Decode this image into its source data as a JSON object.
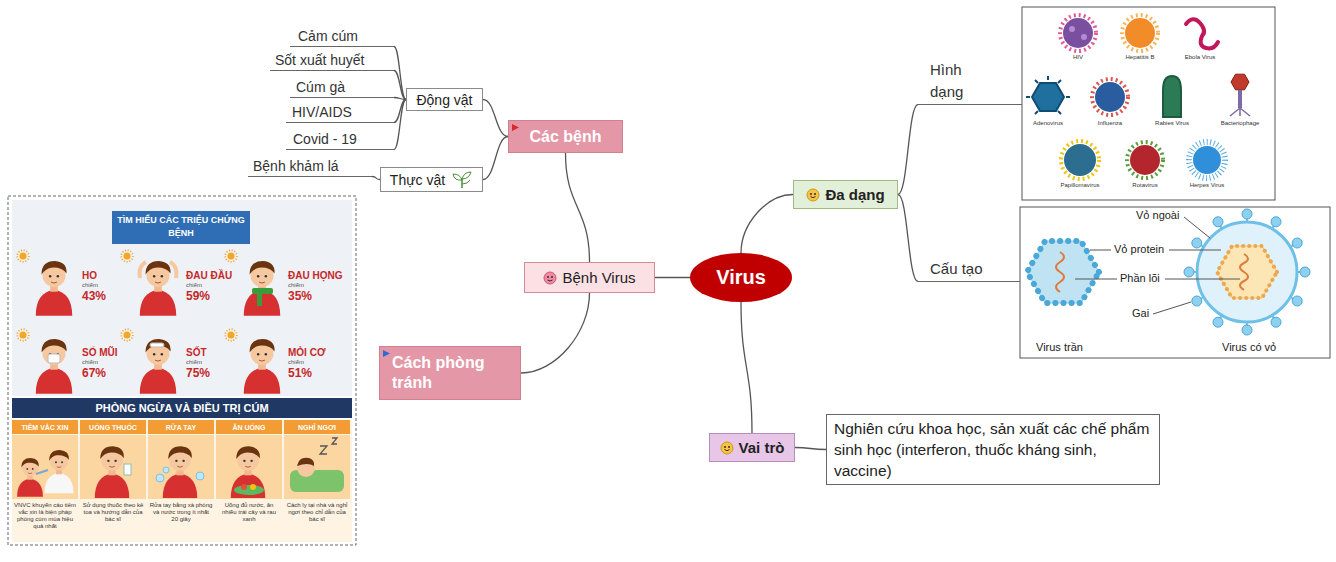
{
  "diagram": {
    "nodes": [
      {
        "text": [
          "Virus"
        ]
      },
      {
        "text": [
          "Bệnh Virus"
        ]
      },
      {
        "text": [
          "Các bệnh"
        ]
      },
      {
        "text": [
          "Động vật"
        ]
      },
      {
        "text": [
          "Cảm cúm"
        ]
      },
      {
        "text": [
          "Sốt xuất huyết"
        ]
      },
      {
        "text": [
          "Cúm gà"
        ]
      },
      {
        "text": [
          "HIV/AIDS"
        ]
      },
      {
        "text": [
          "Covid - 19"
        ]
      },
      {
        "text": [
          "Thực vật"
        ]
      },
      {
        "text": [
          "Bệnh khảm lá"
        ]
      },
      {
        "text": [
          "Cách phòng tránh"
        ]
      },
      {
        "text": [
          "Đa dạng"
        ]
      },
      {
        "text": [
          "Hình dạng"
        ]
      },
      {
        "text": [
          "Cấu tạo"
        ]
      },
      {
        "text": [
          "Vai trò"
        ]
      },
      {
        "text": [
          "Nghiên cứu khoa học, sản xuất các chế phẩm sinh học (interferon, thuốc kháng sinh, vaccine)"
        ]
      }
    ],
    "edges": [
      {
        "from": 0,
        "to": 1,
        "arrow": "none"
      },
      {
        "from": 0,
        "to": 12,
        "arrow": "none"
      },
      {
        "from": 0,
        "to": 15,
        "arrow": "none"
      },
      {
        "from": 1,
        "to": 2,
        "arrow": "none"
      },
      {
        "from": 1,
        "to": 11,
        "arrow": "none"
      },
      {
        "from": 2,
        "to": 3,
        "arrow": "none"
      },
      {
        "from": 2,
        "to": 9,
        "arrow": "none"
      },
      {
        "from": 3,
        "to": 4,
        "arrow": "none"
      },
      {
        "from": 3,
        "to": 5,
        "arrow": "none"
      },
      {
        "from": 3,
        "to": 6,
        "arrow": "none"
      },
      {
        "from": 3,
        "to": 7,
        "arrow": "none"
      },
      {
        "from": 3,
        "to": 8,
        "arrow": "none"
      },
      {
        "from": 9,
        "to": 10,
        "arrow": "none"
      },
      {
        "from": 12,
        "to": 13,
        "arrow": "none"
      },
      {
        "from": 12,
        "to": 14,
        "arrow": "none"
      },
      {
        "from": 15,
        "to": 16,
        "arrow": "none"
      }
    ],
    "labels": [
      "TÌM HIỂU CÁC TRIỆU CHỨNG BỆNH",
      "HO",
      "chiếm",
      "43%",
      "ĐAU ĐẦU",
      "chiếm",
      "59%",
      "ĐAU HỌNG",
      "chiếm",
      "35%",
      "SỔ MŨI",
      "chiếm",
      "67%",
      "SỐT",
      "chiếm",
      "75%",
      "MỎI CƠ",
      "chiếm",
      "51%",
      "PHÒNG NGỪA VÀ ĐIỀU TRỊ CÚM",
      "TIÊM VẮC XIN",
      "UỐNG THUỐC",
      "RỬA TAY",
      "ĂN UỐNG",
      "NGHỈ NGƠI",
      "VNVC khuyến cáo tiêm vắc xin là biện pháp phòng cúm mùa hiệu quả nhất",
      "Sử dụng thuốc theo kê toa và hướng dẫn của bác sĩ",
      "Rửa tay bằng xà phòng và nước trong ít nhất 20 giây",
      "Uống đủ nước, ăn nhiều trái cây và rau xanh",
      "Cách ly tại nhà và nghỉ ngơi theo chỉ dẫn của bác sĩ",
      "HIV",
      "Hepatitis B",
      "Ebola Virus",
      "Adenovirus",
      "Influenza",
      "Rabies Virus",
      "Bacteriophage",
      "Papillomavirus",
      "Rotavirus",
      "Herpes Virus",
      "Vỏ ngoài",
      "Vỏ protein",
      "Phần lõi",
      "Gai",
      "Virus trần",
      "Virus có vỏ"
    ]
  }
}
